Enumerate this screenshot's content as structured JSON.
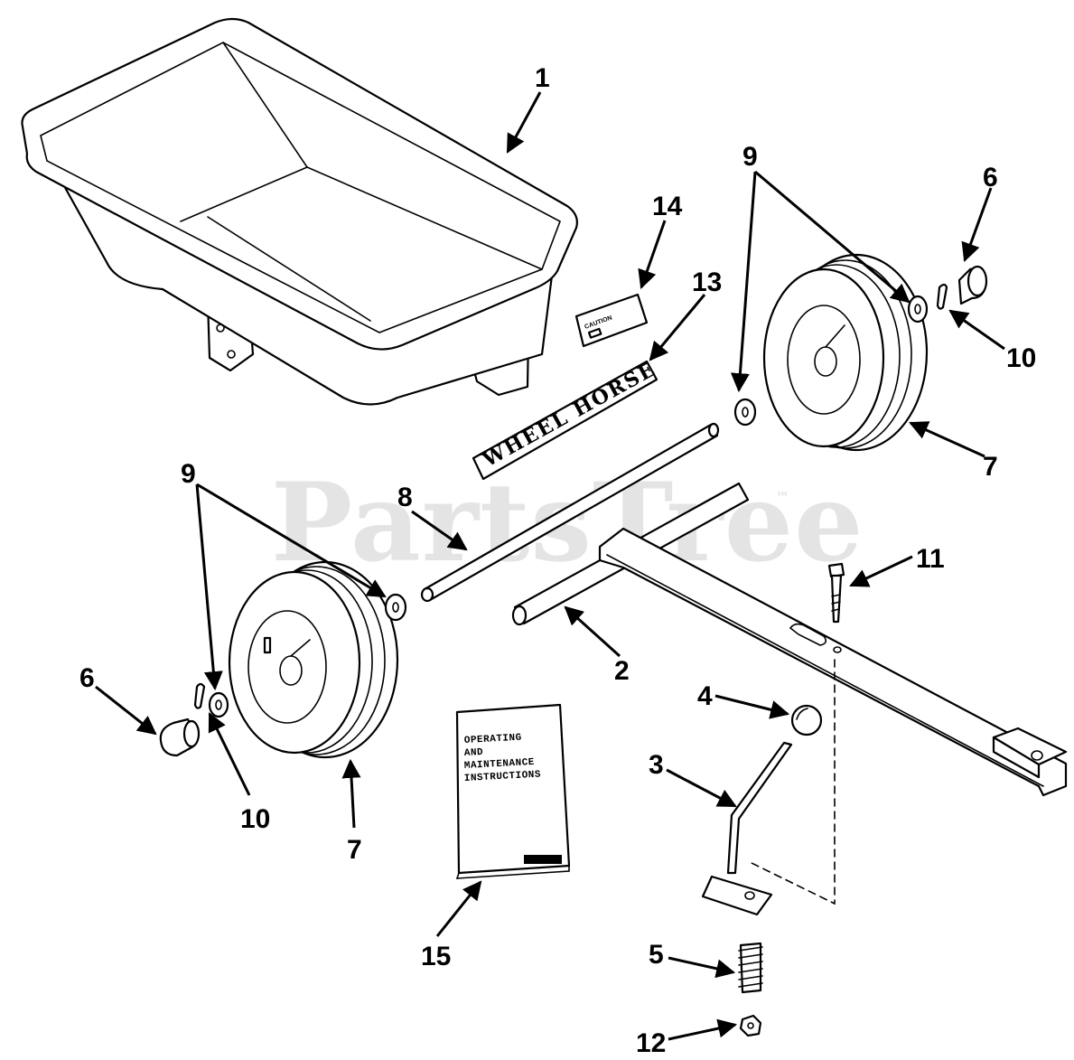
{
  "watermark": {
    "text": "PartsTree",
    "tm": "™"
  },
  "decal": {
    "text": "WHEEL HORSE"
  },
  "caution_label": {
    "text": "CAUTION"
  },
  "manual": {
    "line1": "OPERATING",
    "line2": "AND",
    "line3": "MAINTENANCE",
    "line4": "INSTRUCTIONS"
  },
  "callouts": {
    "c1": "1",
    "c2": "2",
    "c3": "3",
    "c4": "4",
    "c5": "5",
    "c6_right": "6",
    "c6_left": "6",
    "c7_right": "7",
    "c7_left": "7",
    "c8": "8",
    "c9_right": "9",
    "c9_left": "9",
    "c10_right": "10",
    "c10_left": "10",
    "c11": "11",
    "c12": "12",
    "c13": "13",
    "c14": "14",
    "c15": "15"
  }
}
